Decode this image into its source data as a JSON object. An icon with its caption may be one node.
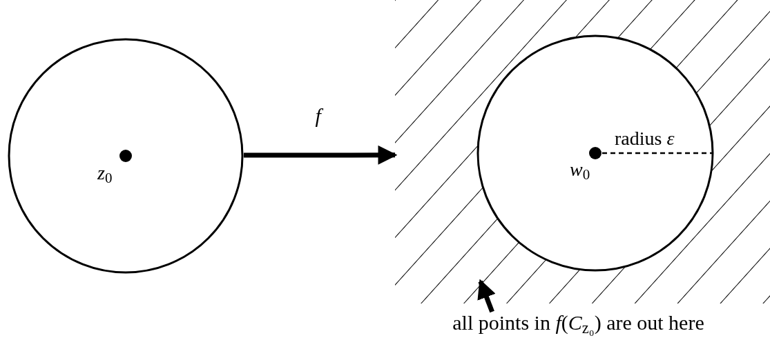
{
  "diagram": {
    "nodes": [
      {
        "text": [
          "*z*$_{0}$"
        ]
      },
      {
        "text": [],
        "shape": "box"
      },
      {
        "text": [
          "*w*$_{0}$",
          "radius *ε*"
        ],
        "in": 1
      },
      {
        "text": [
          "all points in *f*(*C*$_{z₀}$) are out here"
        ]
      }
    ],
    "edges": [
      {
        "from": 0,
        "to": 1,
        "arrow": "to",
        "label": "f"
      },
      {
        "from": 3,
        "to": 1,
        "arrow": "to"
      }
    ]
  }
}
